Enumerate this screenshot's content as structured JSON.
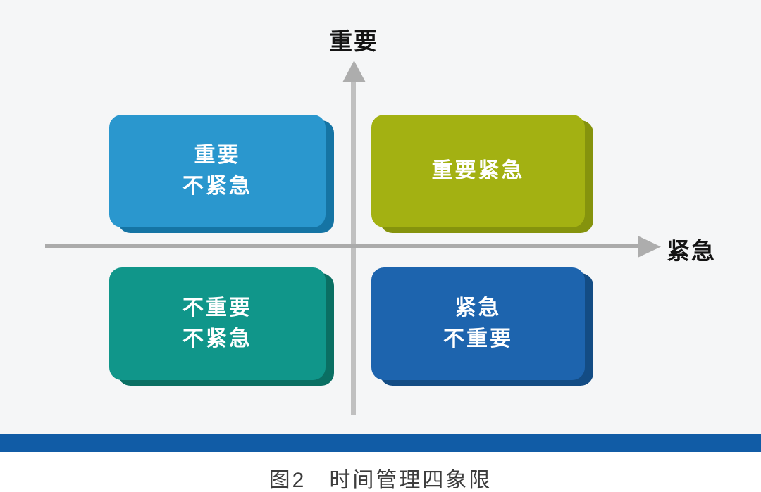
{
  "figure": {
    "background_color": "#f5f6f7",
    "y_axis_label": "重要",
    "x_axis_label": "紧急",
    "v_axis_color": "#c0c0c0",
    "h_axis_color": "#ababab",
    "arrow_color": "#adadad",
    "quadrants": {
      "top_left": {
        "line1": "重要",
        "line2": "不紧急",
        "fill": "#2a97ce",
        "edge": "#1574a4"
      },
      "top_right": {
        "line1": "重要紧急",
        "line2": "",
        "fill": "#a3b112",
        "edge": "#85930d"
      },
      "bottom_left": {
        "line1": "不重要",
        "line2": "不紧急",
        "fill": "#10968a",
        "edge": "#0a6f63"
      },
      "bottom_right": {
        "line1": "紧急",
        "line2": "不重要",
        "fill": "#1d64ae",
        "edge": "#134c84"
      }
    },
    "divider_color": "#115ca6",
    "caption": "图2　时间管理四象限"
  }
}
